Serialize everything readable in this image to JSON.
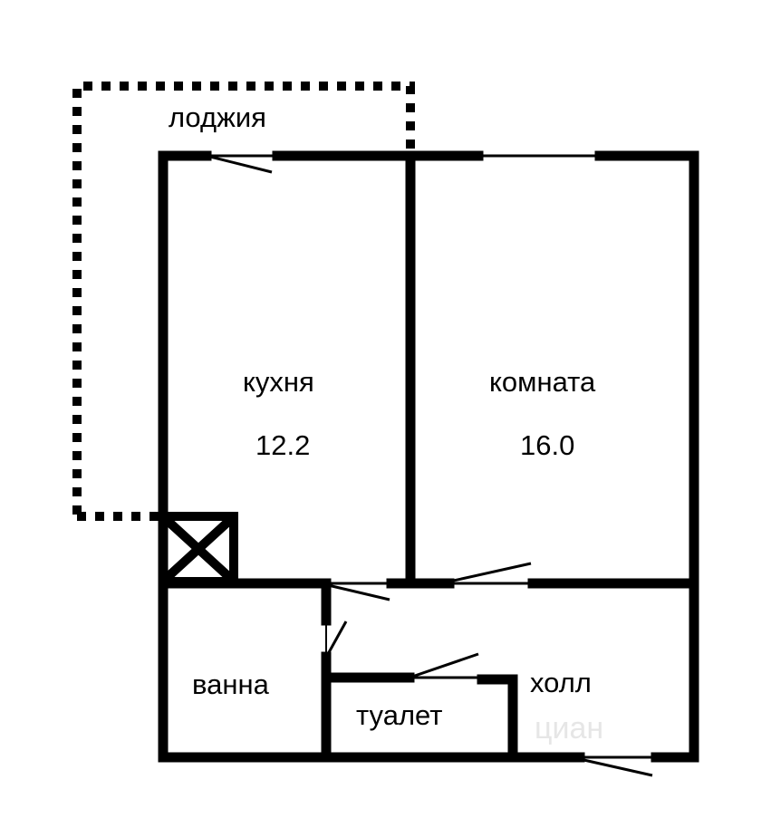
{
  "plan": {
    "type": "apartment floor plan",
    "rooms": [
      {
        "id": "loggia",
        "label": "лоджия"
      },
      {
        "id": "kitchen",
        "label": "кухня",
        "area": "12.2"
      },
      {
        "id": "room",
        "label": "комната",
        "area": "16.0"
      },
      {
        "id": "bath",
        "label": "ванна"
      },
      {
        "id": "toilet",
        "label": "туалет"
      },
      {
        "id": "hall",
        "label": "холл"
      }
    ],
    "watermark": "циан",
    "colors": {
      "wall": "#000000",
      "background": "#ffffff",
      "watermark": "#e6e6e6"
    }
  }
}
